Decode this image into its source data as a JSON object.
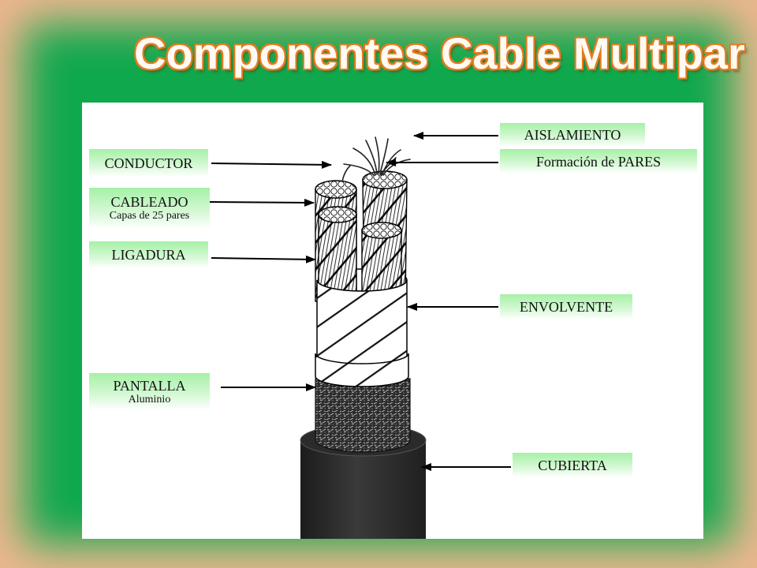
{
  "slide": {
    "title": "Componentes Cable Multipar"
  },
  "diagram": {
    "labels": {
      "conductor": {
        "main": "CONDUCTOR"
      },
      "cableado": {
        "main": "CABLEADO",
        "sub": "Capas de 25 pares"
      },
      "ligadura": {
        "main": "LIGADURA"
      },
      "pantalla": {
        "main": "PANTALLA",
        "sub": "Aluminio"
      },
      "aislamiento": {
        "main": "AISLAMIENTO"
      },
      "formacion_pares": {
        "main": "Formación de PARES"
      },
      "envolvente": {
        "main": "ENVOLVENTE"
      },
      "cubierta": {
        "main": "CUBIERTA"
      }
    }
  },
  "colors": {
    "border": "#f0b78f",
    "background_green": "#0fa84d",
    "title_outline": "#e57b20",
    "title_fill": "#fffaf3",
    "label_green": "#a6f0a6",
    "panel": "#ffffff",
    "cable_dark": "#2b2b2b"
  }
}
